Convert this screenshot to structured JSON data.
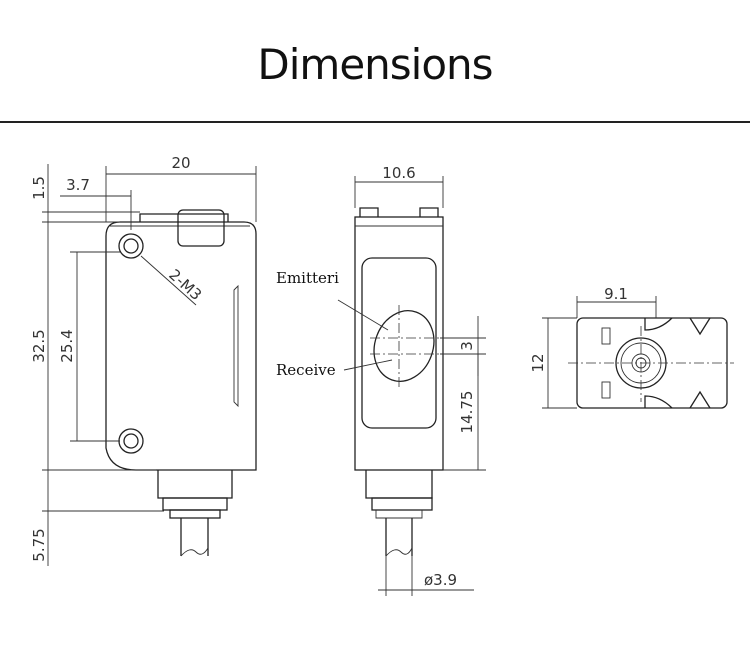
{
  "title": "Dimensions",
  "front_view": {
    "width": "20",
    "hole_offset": "3.7",
    "top_offset": "1.5",
    "height": "32.5",
    "hole_pitch": "25.4",
    "bottom_offset": "5.75",
    "hole_label": "2-M3"
  },
  "side_view": {
    "width": "10.6",
    "lens_gap": "3",
    "lens_height": "14.75",
    "cable_dia": "ø3.9",
    "emitter_label": "Emitteri",
    "receiver_label": "Receive"
  },
  "top_view": {
    "width": "9.1",
    "height": "12"
  }
}
